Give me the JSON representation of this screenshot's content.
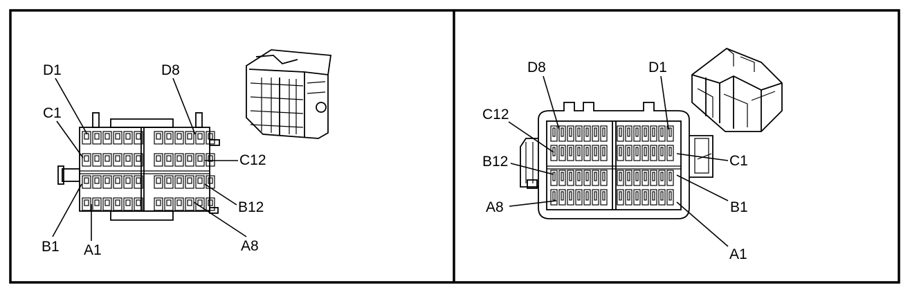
{
  "left_panel": {
    "labels": {
      "d1": "D1",
      "d8": "D8",
      "c1": "C1",
      "c12": "C12",
      "b12": "B12",
      "b1": "B1",
      "a1": "A1",
      "a8": "A8"
    }
  },
  "right_panel": {
    "labels": {
      "d8": "D8",
      "d1": "D1",
      "c12": "C12",
      "c1": "C1",
      "b12": "B12",
      "b1": "B1",
      "a8": "A8",
      "a1": "A1"
    }
  }
}
